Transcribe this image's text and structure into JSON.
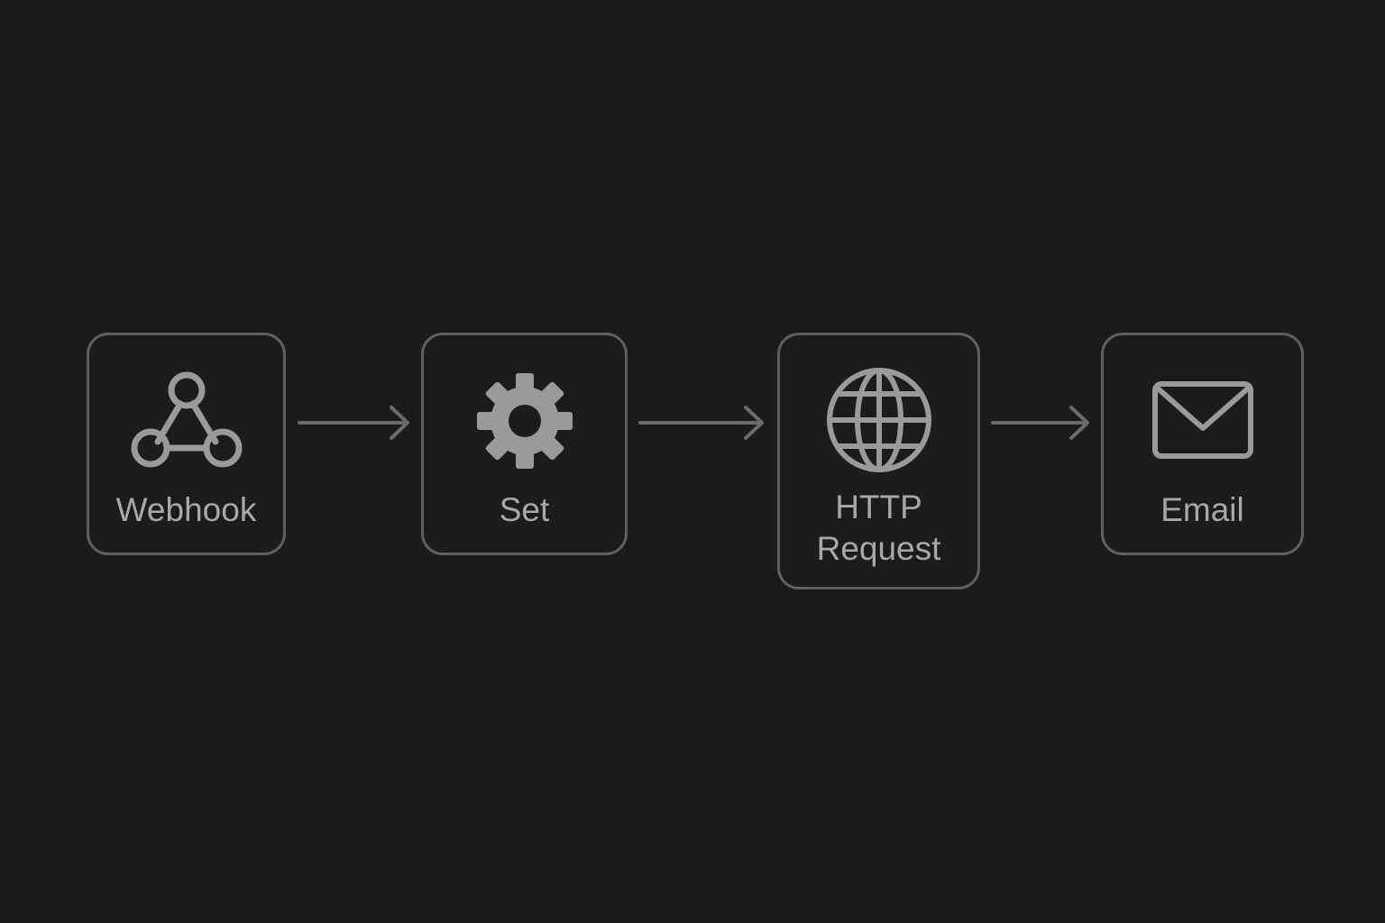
{
  "workflow": {
    "nodes": [
      {
        "label": "Webhook",
        "icon": "webhook-icon"
      },
      {
        "label": "Set",
        "icon": "gear-icon"
      },
      {
        "label": "HTTP\nRequest",
        "icon": "globe-icon"
      },
      {
        "label": "Email",
        "icon": "envelope-icon"
      }
    ],
    "connections": [
      {
        "from": "Webhook",
        "to": "Set"
      },
      {
        "from": "Set",
        "to": "HTTP Request"
      },
      {
        "from": "HTTP Request",
        "to": "Email"
      }
    ]
  },
  "colors": {
    "background": "#1a1b1d",
    "node_border": "#5e5f61",
    "icon": "#9a9a9a",
    "label": "#a8a8a8",
    "connector": "#6a6a6a"
  }
}
